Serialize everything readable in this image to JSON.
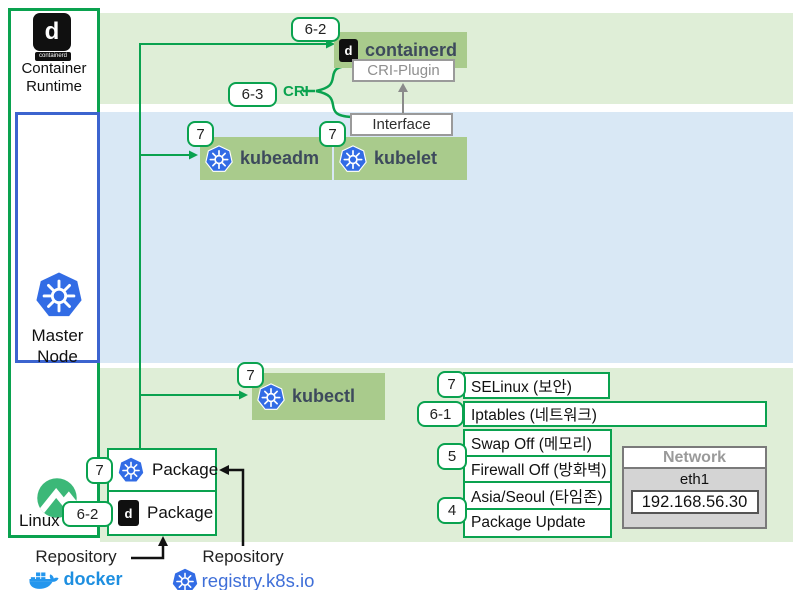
{
  "left_column": {
    "container_runtime": {
      "label": "Container Runtime"
    },
    "master_node": {
      "label": "Master Node"
    },
    "linux_os": {
      "label": "Linux OS"
    }
  },
  "runtime_layer": {
    "containerd": {
      "label": "containerd"
    },
    "cri_plugin": {
      "label": "CRI-Plugin"
    },
    "cri": {
      "label": "CRI"
    },
    "interface": {
      "label": "Interface"
    }
  },
  "master_layer": {
    "kubeadm": {
      "label": "kubeadm"
    },
    "kubelet": {
      "label": "kubelet"
    }
  },
  "os_layer": {
    "kubectl": {
      "label": "kubectl"
    },
    "packages": [
      {
        "label": "Package",
        "icon": "kubernetes"
      },
      {
        "label": "Package",
        "icon": "containerd"
      }
    ],
    "config_items": [
      {
        "label": "SELinux (보안)"
      },
      {
        "label": "Iptables (네트워크)"
      },
      {
        "label": "Swap Off (메모리)"
      },
      {
        "label": "Firewall Off (방화벽)"
      },
      {
        "label": "Asia/Seoul (타임존)"
      },
      {
        "label": "Package Update"
      }
    ],
    "network": {
      "title": "Network",
      "interface": "eth1",
      "ip": "192.168.56.30"
    }
  },
  "repositories": [
    {
      "label": "Repository",
      "name": "docker"
    },
    {
      "label": "Repository",
      "name": "registry.k8s.io"
    }
  ],
  "badges": {
    "containerd_step": "6-2",
    "cri_step": "6-3",
    "kubeadm_step": "7",
    "kubelet_step": "7",
    "kubectl_step": "7",
    "package_k8s_step": "7",
    "package_containerd_step": "6-2",
    "selinux_step": "7",
    "iptables_step": "6-1",
    "swap_firewall_step": "5",
    "timezone_update_step": "4"
  },
  "icons": {
    "containerd_letter": "d",
    "containerd_caption": "containerd"
  },
  "colors": {
    "accent_green": "#0aa24f",
    "component_green": "#a9cb8c",
    "band_green": "#dfeed7",
    "band_blue": "#d9e8f5",
    "kubernetes_blue": "#326ce5",
    "docker_blue": "#2496ed",
    "master_border_blue": "#3c64cf",
    "linux_logo_green": "#3bb878"
  }
}
